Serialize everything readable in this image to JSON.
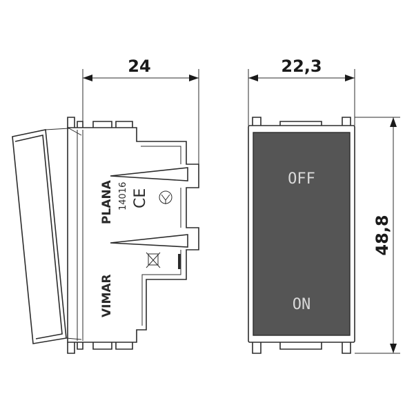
{
  "dimensions": {
    "side_depth": "24",
    "front_width": "22,3",
    "front_height": "48,8"
  },
  "front_labels": {
    "off": "OFF",
    "on": "ON"
  },
  "side_markings": {
    "brand": "VIMAR",
    "series": "PLANA",
    "product_code": "14016",
    "certification": "CE"
  },
  "icons": [
    "ce-mark-icon",
    "ground-symbol-icon",
    "weee-bin-icon"
  ]
}
